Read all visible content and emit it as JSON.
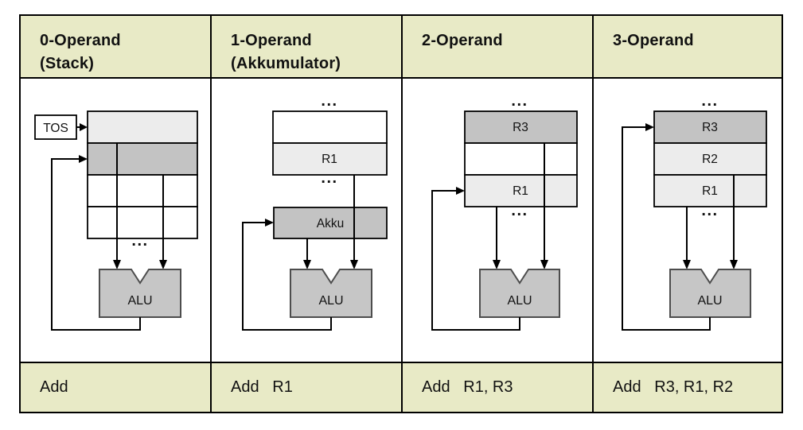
{
  "colors": {
    "accent_bg": "#e8eac6",
    "cell_light": "#ececec",
    "cell_medium": "#c3c3c3",
    "cell_white": "#ffffff",
    "alu_fill": "#c6c6c6"
  },
  "columns": [
    {
      "header_line1": "0-Operand",
      "header_line2": "(Stack)",
      "instruction": "Add",
      "labels": {
        "tos": "TOS",
        "dots_bottom": "...",
        "alu": "ALU"
      }
    },
    {
      "header_line1": "1-Operand",
      "header_line2": "(Akkumulator)",
      "instruction": "Add   R1",
      "labels": {
        "dots_top": "...",
        "r1": "R1",
        "dots_middle": "...",
        "akku": "Akku",
        "alu": "ALU"
      }
    },
    {
      "header_line1": "2-Operand",
      "header_line2": "",
      "instruction": "Add   R1, R3",
      "labels": {
        "dots_top": "...",
        "r3": "R3",
        "r1": "R1",
        "dots_bottom": "...",
        "alu": "ALU"
      }
    },
    {
      "header_line1": "3-Operand",
      "header_line2": "",
      "instruction": "Add   R3, R1, R2",
      "labels": {
        "dots_top": "...",
        "r3": "R3",
        "r2": "R2",
        "r1": "R1",
        "dots_bottom": "...",
        "alu": "ALU"
      }
    }
  ]
}
